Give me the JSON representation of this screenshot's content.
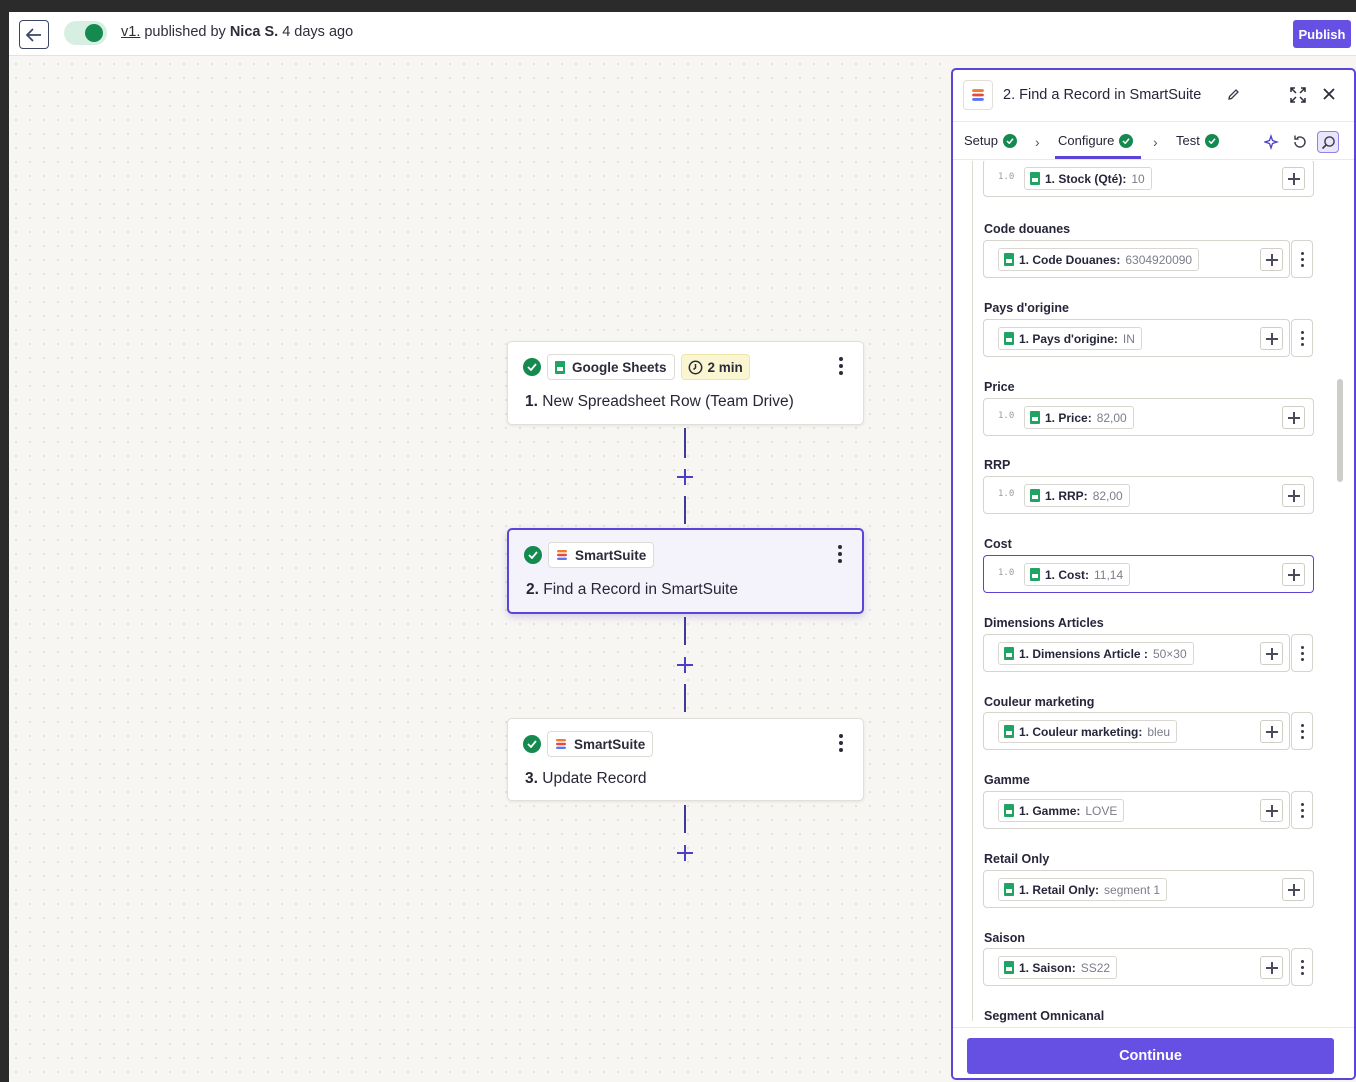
{
  "topbar": {
    "version_link": "v1.",
    "version_mid": " published by ",
    "author": "Nica S.",
    "time_ago": " 4 days ago",
    "publish_label": "Publish"
  },
  "steps": [
    {
      "app": "Google Sheets",
      "badge": "2 min",
      "number": "1.",
      "title": "New Spreadsheet Row (Team Drive)"
    },
    {
      "app": "SmartSuite",
      "number": "2.",
      "title": "Find a Record in SmartSuite"
    },
    {
      "app": "SmartSuite",
      "number": "3.",
      "title": "Update Record"
    }
  ],
  "panel": {
    "title": "2. Find a Record in SmartSuite",
    "tabs": {
      "setup": "Setup",
      "configure": "Configure",
      "test": "Test"
    },
    "continue_label": "Continue",
    "partial_label": "Segment Omnicanal",
    "fields": [
      {
        "label": "",
        "token": "1. Stock (Qté):",
        "value": "10",
        "numeric": true
      },
      {
        "label": "Code douanes",
        "token": "1. Code Douanes:",
        "value": "6304920090",
        "numeric": false
      },
      {
        "label": "Pays d'origine",
        "token": "1. Pays d'origine:",
        "value": "IN",
        "numeric": false
      },
      {
        "label": "Price",
        "token": "1. Price:",
        "value": "82,00",
        "numeric": true
      },
      {
        "label": "RRP",
        "token": "1. RRP:",
        "value": "82,00",
        "numeric": true
      },
      {
        "label": "Cost",
        "token": "1. Cost:",
        "value": "11,14",
        "numeric": true
      },
      {
        "label": "Dimensions Articles",
        "token": "1. Dimensions Article :",
        "value": "50×30",
        "numeric": false
      },
      {
        "label": "Couleur marketing",
        "token": "1. Couleur marketing:",
        "value": "bleu",
        "numeric": false
      },
      {
        "label": "Gamme",
        "token": "1. Gamme:",
        "value": "LOVE",
        "numeric": false
      },
      {
        "label": "Retail Only",
        "token": "1. Retail Only:",
        "value": "segment 1",
        "numeric": false
      },
      {
        "label": "Saison",
        "token": "1. Saison:",
        "value": "SS22",
        "numeric": false
      }
    ],
    "numeric_marker": "1.0"
  },
  "colors": {
    "accent": "#6650e3",
    "success": "#148a4e",
    "sheets": "#1fa463"
  }
}
